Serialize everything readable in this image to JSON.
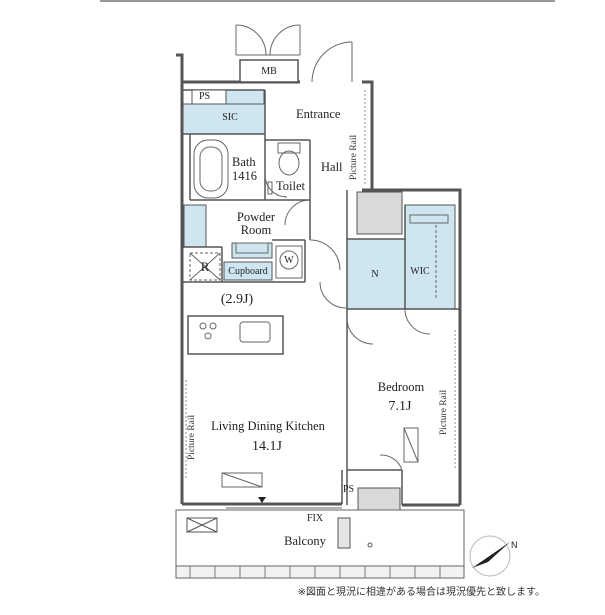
{
  "rooms": {
    "mb": "MB",
    "ps_top": "PS",
    "sic": "SIC",
    "entrance": "Entrance",
    "bath": "Bath",
    "bath_size": "1416",
    "toilet": "Toilet",
    "hall": "Hall",
    "powder": "Powder",
    "powder2": "Room",
    "r": "R",
    "w": "W",
    "cupboard": "Cupboard",
    "kitchen_size": "(2.9J)",
    "n": "N",
    "wic": "WIC",
    "bedroom": "Bedroom",
    "bedroom_size": "7.1J",
    "ldk": "Living Dining Kitchen",
    "ldk_size": "14.1J",
    "ps_bottom": "PS",
    "fix": "FIX",
    "balcony": "Balcony"
  },
  "picture_rail": "Picture Rail",
  "note": "※図面と現況に相違がある場合は現況優先と致します。",
  "colors": {
    "storage": "#cfe6f1",
    "wall": "#555555",
    "balcony": "#e6e6e6"
  }
}
